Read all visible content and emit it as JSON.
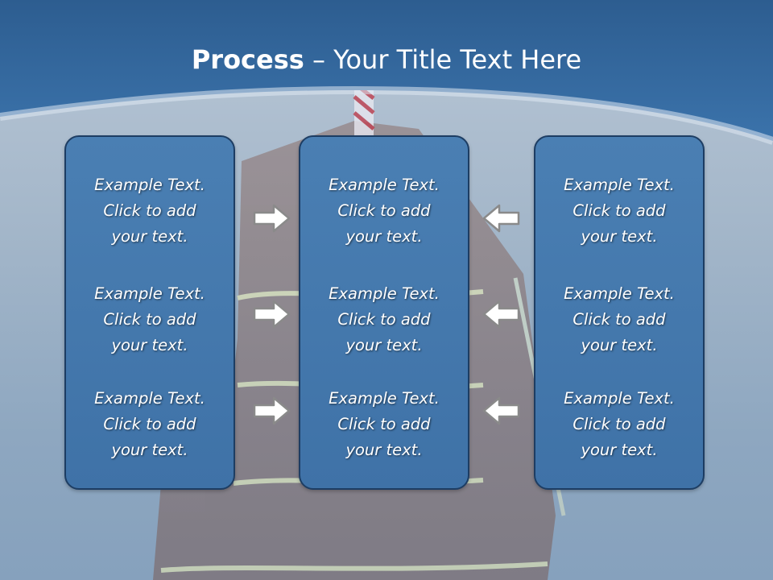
{
  "slide": {
    "title_bold": "Process",
    "title_rest": " – Your Title Text Here"
  },
  "columns": [
    {
      "blocks": [
        {
          "line1": "Example Text.",
          "line2": "Click  to add",
          "line3": "your text."
        },
        {
          "line1": "Example Text.",
          "line2": "Click  to add",
          "line3": "your text."
        },
        {
          "line1": "Example Text.",
          "line2": "Click  to add",
          "line3": "your text."
        }
      ]
    },
    {
      "blocks": [
        {
          "line1": "Example Text.",
          "line2": "Click  to add",
          "line3": "your text."
        },
        {
          "line1": "Example Text.",
          "line2": "Click  to add",
          "line3": "your text."
        },
        {
          "line1": "Example Text.",
          "line2": "Click  to add",
          "line3": "your text."
        }
      ]
    },
    {
      "blocks": [
        {
          "line1": "Example Text.",
          "line2": "Click  to add",
          "line3": "your text."
        },
        {
          "line1": "Example Text.",
          "line2": "Click  to add",
          "line3": "your text."
        },
        {
          "line1": "Example Text.",
          "line2": "Click  to add",
          "line3": "your text."
        }
      ]
    }
  ],
  "arrows": {
    "left_group": "arrow-right-icon",
    "right_group": "arrow-left-icon"
  },
  "colors": {
    "header": "#2e6399",
    "panel_fill": "#4378ad",
    "panel_border": "#1d3d63",
    "text": "#ffffff"
  }
}
